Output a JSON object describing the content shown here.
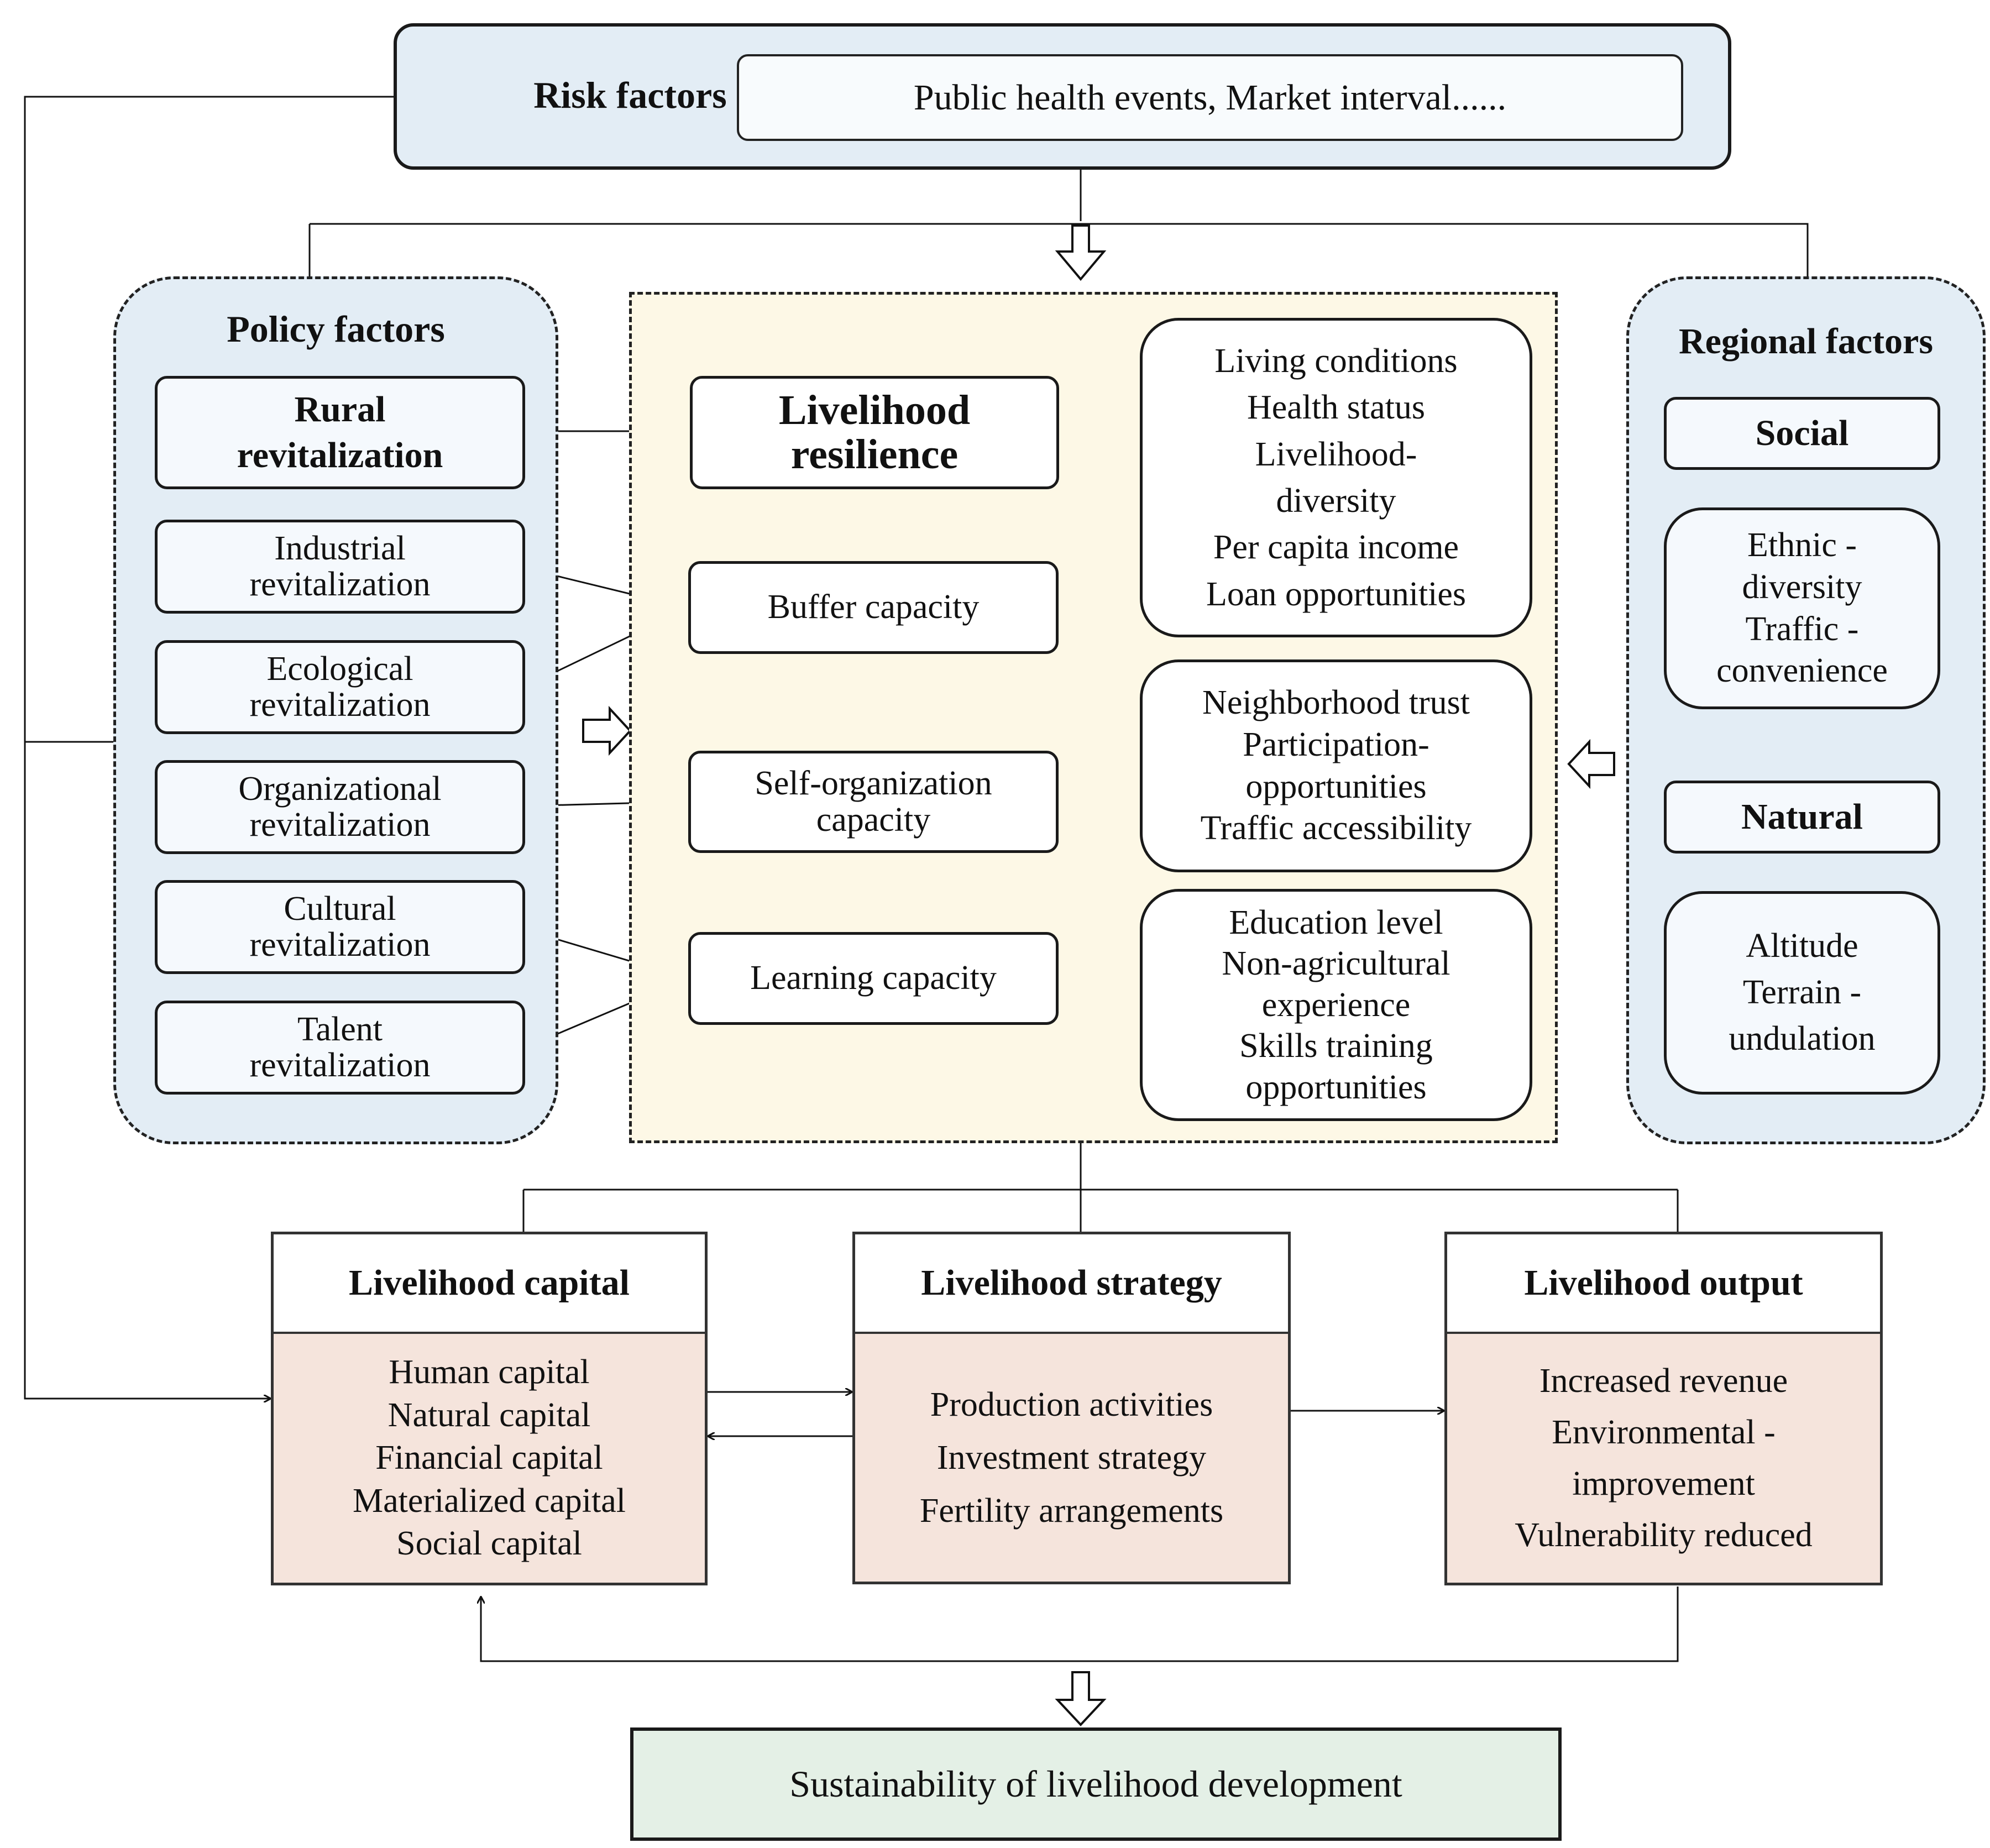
{
  "risk": {
    "title": "Risk factors",
    "content": "Public health events, Market interval......"
  },
  "policy": {
    "title": "Policy factors",
    "main": [
      "Rural",
      "revitalization"
    ],
    "items": [
      [
        "Industrial",
        "revitalization"
      ],
      [
        "Ecological",
        "revitalization"
      ],
      [
        "Organizational",
        "revitalization"
      ],
      [
        "Cultural",
        "revitalization"
      ],
      [
        "Talent",
        "revitalization"
      ]
    ]
  },
  "resilience": {
    "title": [
      "Livelihood",
      "resilience"
    ],
    "capacities": [
      {
        "label": [
          "Buffer capacity"
        ],
        "indicators": [
          "Living conditions",
          "Health status",
          "Livelihood-",
          "diversity",
          "Per capita income",
          "Loan opportunities"
        ]
      },
      {
        "label": [
          "Self-organization",
          "capacity"
        ],
        "indicators": [
          "Neighborhood trust",
          "Participation-",
          "opportunities",
          "Traffic accessibility"
        ]
      },
      {
        "label": [
          "Learning capacity"
        ],
        "indicators": [
          "Education level",
          "Non-agricultural",
          "experience",
          "Skills training",
          "opportunities"
        ]
      }
    ]
  },
  "regional": {
    "title": "Regional factors",
    "social": {
      "label": "Social",
      "items": [
        "Ethnic -",
        "diversity",
        "Traffic -",
        "convenience"
      ]
    },
    "natural": {
      "label": "Natural",
      "items": [
        "Altitude",
        "Terrain -",
        "undulation"
      ]
    }
  },
  "capital": {
    "title": "Livelihood capital",
    "items": [
      "Human capital",
      "Natural capital",
      "Financial capital",
      "Materialized capital",
      "Social capital"
    ]
  },
  "strategy": {
    "title": "Livelihood strategy",
    "items": [
      "Production activities",
      "Investment strategy",
      "Fertility arrangements"
    ]
  },
  "output": {
    "title": "Livelihood output",
    "items": [
      "Increased revenue",
      "Environmental -",
      "improvement",
      "Vulnerability reduced"
    ]
  },
  "sustainability": {
    "label": "Sustainability of livelihood development"
  },
  "colors": {
    "risk_bg": "#e3edf5",
    "policy_bg": "#e3edf5",
    "resilience_bg": "#fdf8e6",
    "bottom_content_bg": "#f5e4dc",
    "sustainability_bg": "#e4f0e6"
  }
}
